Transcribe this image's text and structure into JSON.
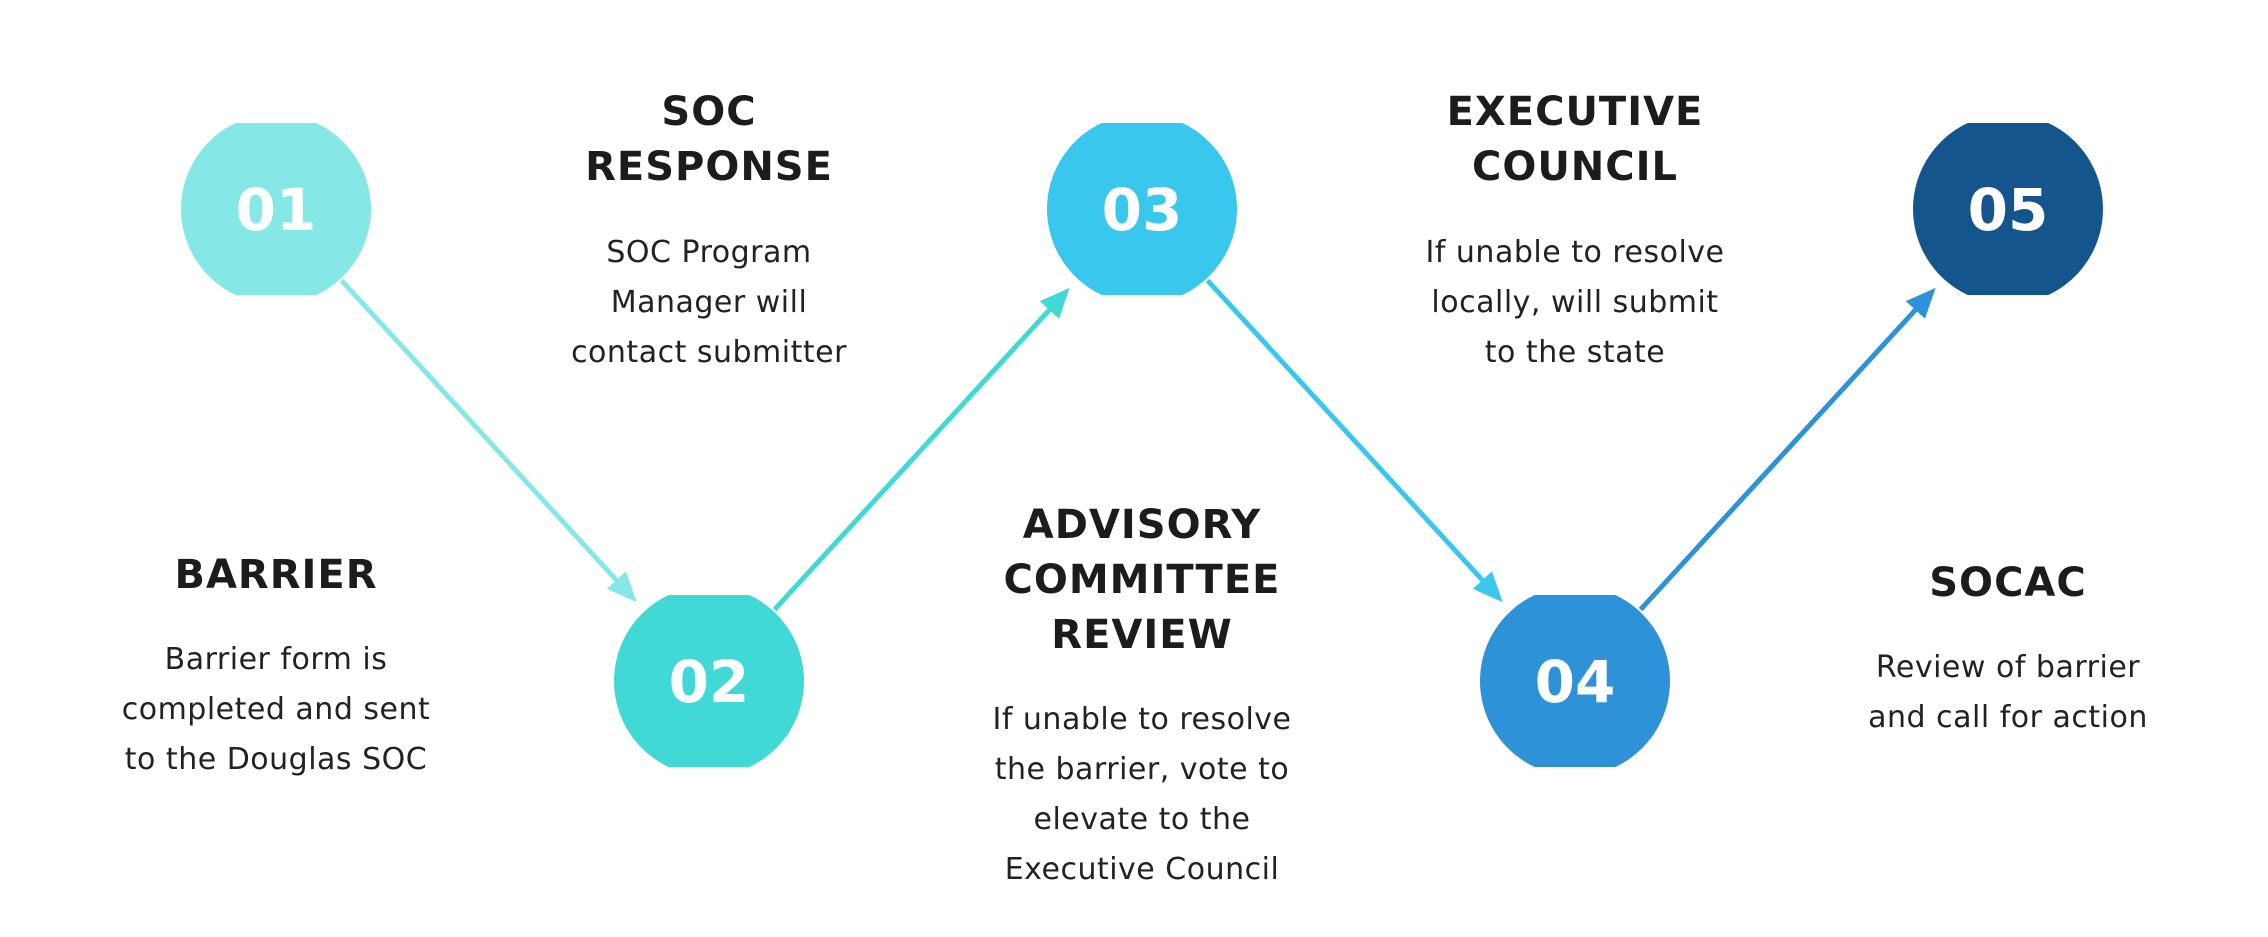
{
  "steps": [
    {
      "number": "01",
      "title_lines": [
        "BARRIER"
      ],
      "description_lines": [
        "Barrier form is",
        "completed and sent",
        "to the Douglas SOC"
      ],
      "color": "#86E8E6"
    },
    {
      "number": "02",
      "title_lines": [
        "SOC",
        "RESPONSE"
      ],
      "description_lines": [
        "SOC Program",
        "Manager will",
        "contact submitter"
      ],
      "color": "#40D9D6"
    },
    {
      "number": "03",
      "title_lines": [
        "ADVISORY",
        "COMMITTEE",
        "REVIEW"
      ],
      "description_lines": [
        "If unable to resolve",
        "the barrier, vote to",
        "elevate to the",
        "Executive Council"
      ],
      "color": "#3AC7EE"
    },
    {
      "number": "04",
      "title_lines": [
        "EXECUTIVE",
        "COUNCIL"
      ],
      "description_lines": [
        "If unable to resolve",
        "locally, will submit",
        "to the state"
      ],
      "color": "#2E92D8"
    },
    {
      "number": "05",
      "title_lines": [
        "SOCAC"
      ],
      "description_lines": [
        "Review of barrier",
        "and call for action"
      ],
      "color": "#13558C"
    }
  ],
  "arrows": [
    {
      "from": "01",
      "to": "02",
      "color": "#86E8E6"
    },
    {
      "from": "02",
      "to": "03",
      "color": "#40D9D6"
    },
    {
      "from": "03",
      "to": "04",
      "color": "#3AC7EE"
    },
    {
      "from": "04",
      "to": "05",
      "color": "#2E92D8"
    }
  ]
}
